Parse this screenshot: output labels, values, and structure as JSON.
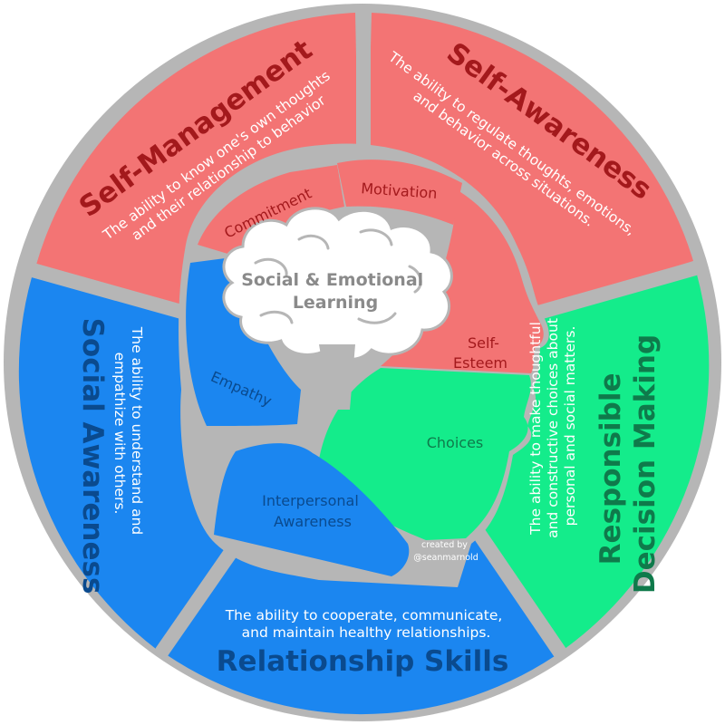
{
  "center_title": [
    "Social & Emotional",
    "Learning"
  ],
  "colors": {
    "red": "#f37474",
    "blue": "#1b86f0",
    "green": "#14ec8b",
    "grey": "#b6b6b6",
    "brain": "#ffffff",
    "dark_red": "#a3191c",
    "dark_blue": "#0a4a8e",
    "dark_green": "#0f7a4b"
  },
  "sections": {
    "self_management": {
      "title": "Self-Management",
      "description": [
        "The ability to know one's own thoughts",
        "and their relationship to behavior"
      ]
    },
    "self_awareness": {
      "title": "Self-Awareness",
      "description": [
        "The ability to regulate thoughts, emotions,",
        "and behavior across situations."
      ]
    },
    "responsible_decision_making": {
      "title": [
        "Responsible",
        "Decision Making"
      ],
      "description": [
        "The ability to make thoughtful",
        "and constructive choices about",
        "personal and social matters."
      ]
    },
    "relationship_skills": {
      "title": "Relationship Skills",
      "description": [
        "The ability to cooperate, communicate,",
        "and maintain healthy relationships."
      ]
    },
    "social_awareness": {
      "title": "Social Awareness",
      "description": [
        "The ability to understand and",
        "empathize with others."
      ]
    }
  },
  "head_labels": {
    "commitment": "Commitment",
    "motivation": "Motivation",
    "self_esteem": [
      "Self-",
      "Esteem"
    ],
    "empathy": "Empathy",
    "choices": "Choices",
    "interpersonal": [
      "Interpersonal",
      "Awareness"
    ]
  },
  "credit": [
    "created by",
    "@seanmarnold"
  ]
}
